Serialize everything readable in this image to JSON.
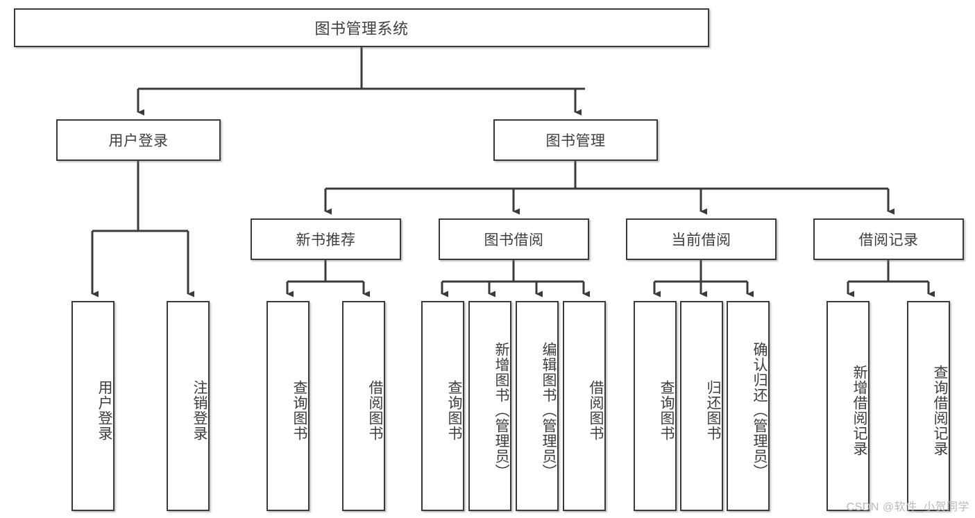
{
  "diagram": {
    "type": "tree-hierarchy",
    "title": "图书管理系统",
    "watermark": "CSDN @软件_小贺同学",
    "colors": {
      "stroke": "#3a3a3a",
      "text": "#3d3d3d",
      "background": "#ffffff",
      "watermark": "#b9b9b9"
    },
    "root": {
      "label": "图书管理系统"
    },
    "level2": [
      {
        "label": "用户登录"
      },
      {
        "label": "图书管理"
      }
    ],
    "level3": [
      {
        "label": "新书推荐"
      },
      {
        "label": "图书借阅"
      },
      {
        "label": "当前借阅"
      },
      {
        "label": "借阅记录"
      }
    ],
    "leaves": {
      "user_login": [
        {
          "label": "用户登录"
        },
        {
          "label": "注销登录"
        }
      ],
      "new_book": [
        {
          "label": "查询图书"
        },
        {
          "label": "借阅图书"
        }
      ],
      "book_borrow": [
        {
          "label": "查询图书"
        },
        {
          "label": "新增图书（管理员）"
        },
        {
          "label": "编辑图书（管理员）"
        },
        {
          "label": "借阅图书"
        }
      ],
      "current_borrow": [
        {
          "label": "查询图书"
        },
        {
          "label": "归还图书"
        },
        {
          "label": "确认归还（管理员）"
        }
      ],
      "borrow_record": [
        {
          "label": "新增借阅记录"
        },
        {
          "label": "查询借阅记录"
        }
      ]
    }
  }
}
